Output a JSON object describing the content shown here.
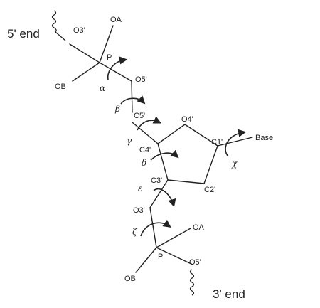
{
  "ends": {
    "five_prime": "5' end",
    "three_prime": "3' end"
  },
  "atoms": {
    "o3_top": "O3'",
    "oa_top": "OA",
    "p_top": "P",
    "ob_top": "OB",
    "o5_top": "O5'",
    "c5": "C5'",
    "o4": "O4'",
    "c4": "C4'",
    "c1": "C1'",
    "base": "Base",
    "c3": "C3'",
    "c2": "C2'",
    "o3_bottom": "O3'",
    "oa_bottom": "OA",
    "p_bottom": "P",
    "o5_bottom": "O5'",
    "ob_bottom": "OB"
  },
  "torsions": {
    "alpha": "α",
    "beta": "β",
    "gamma": "γ",
    "delta": "δ",
    "epsilon": "ε",
    "zeta": "ζ",
    "chi": "χ"
  }
}
